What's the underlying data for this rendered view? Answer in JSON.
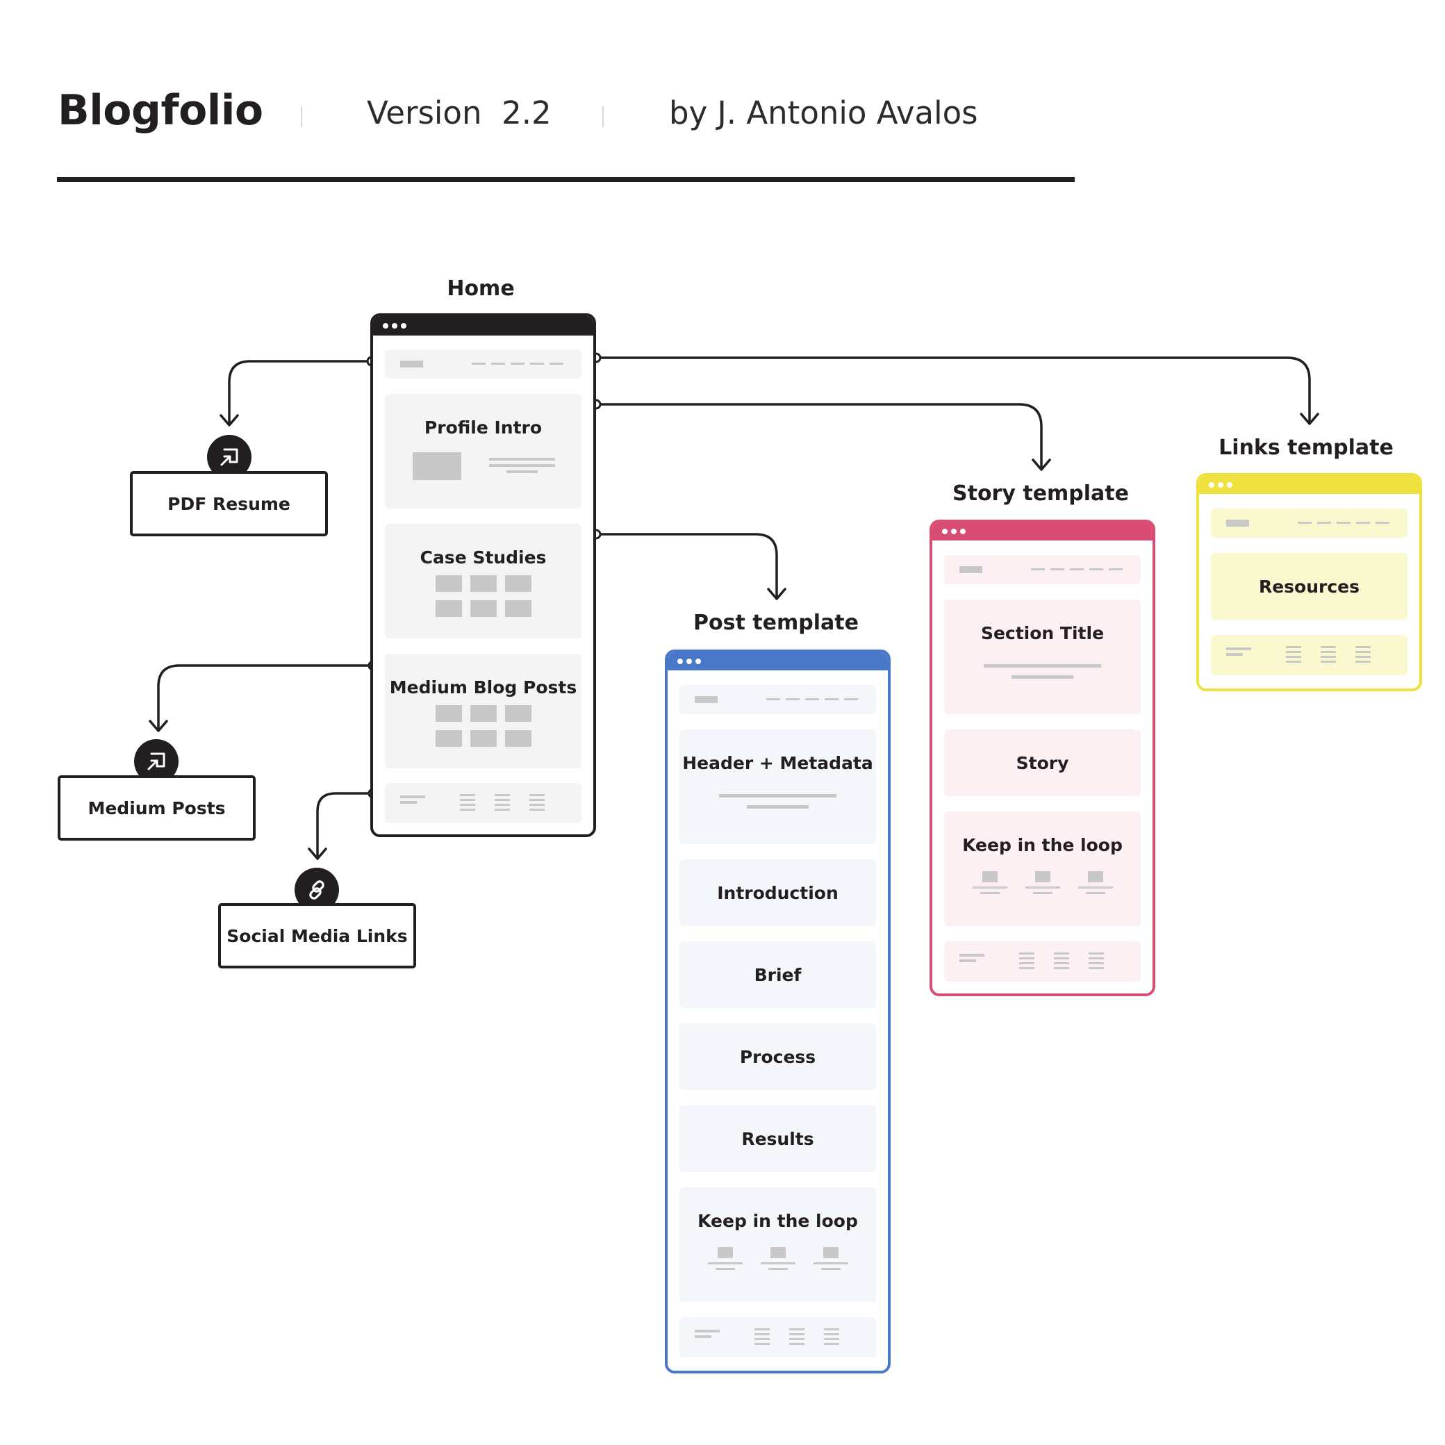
{
  "header": {
    "title": "Blogfolio",
    "version_label": "Version",
    "version_number": "2.2",
    "author": "by J. Antonio Avalos"
  },
  "colors": {
    "home": "#231f20",
    "post": "#4a78c8",
    "story": "#d94c74",
    "links": "#efe13e",
    "post_block": "#f3f6fa",
    "story_block": "#fcf0f3",
    "links_block": "#faf8cf",
    "home_block": "#f4f4f4"
  },
  "home": {
    "title": "Home",
    "sections": [
      "Profile Intro",
      "Case Studies",
      "Medium Blog Posts"
    ]
  },
  "external_links": [
    {
      "label": "PDF Resume",
      "icon": "external-link-icon"
    },
    {
      "label": "Medium Posts",
      "icon": "external-link-icon"
    },
    {
      "label": "Social Media Links",
      "icon": "chain-link-icon"
    }
  ],
  "post_template": {
    "title": "Post template",
    "sections": [
      "Header + Metadata",
      "Introduction",
      "Brief",
      "Process",
      "Results",
      "Keep in the loop"
    ]
  },
  "story_template": {
    "title": "Story template",
    "sections": [
      "Section Title",
      "Story",
      "Keep in the loop"
    ]
  },
  "links_template": {
    "title": "Links template",
    "sections": [
      "Resources"
    ]
  }
}
